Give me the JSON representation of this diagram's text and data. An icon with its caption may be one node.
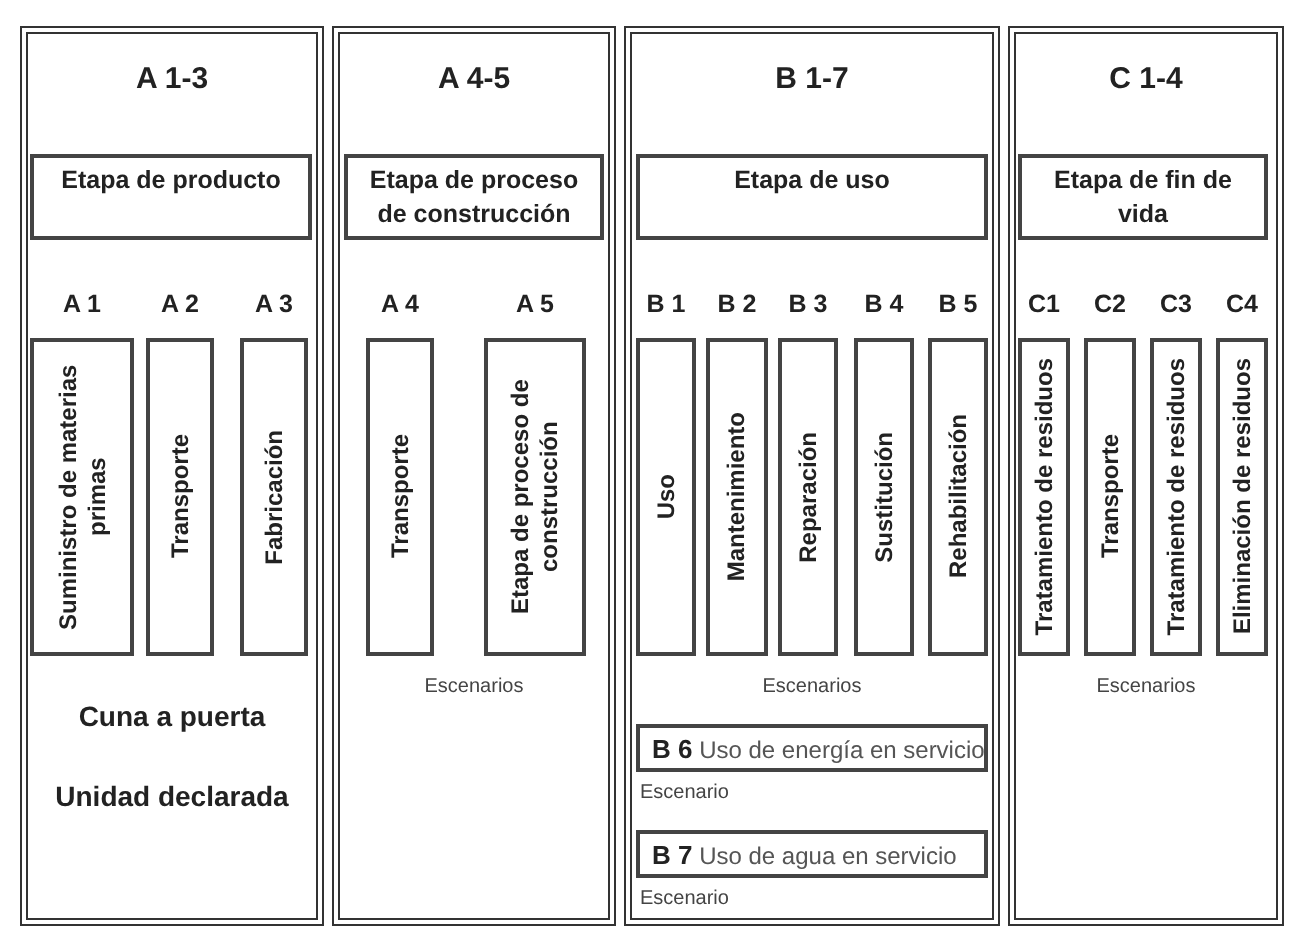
{
  "diagram": {
    "nodes": [
      {
        "text": [
          "A 1-3"
        ]
      },
      {
        "text": [
          "Etapa de producto"
        ],
        "in": 0
      },
      {
        "text": [
          "A 1",
          "Suministro de materias primas"
        ],
        "in": 0
      },
      {
        "text": [
          "A 2",
          "Transporte"
        ],
        "in": 0
      },
      {
        "text": [
          "A 3",
          "Fabricación"
        ],
        "in": 0
      },
      {
        "text": [
          "A 4-5"
        ]
      },
      {
        "text": [
          "Etapa de proceso de construcción"
        ],
        "in": 5
      },
      {
        "text": [
          "A 4",
          "Transporte"
        ],
        "in": 5
      },
      {
        "text": [
          "A 5",
          "Etapa de proceso de construcción"
        ],
        "in": 5
      },
      {
        "text": [
          "B 1-7"
        ]
      },
      {
        "text": [
          "Etapa de uso"
        ],
        "in": 9
      },
      {
        "text": [
          "B 1",
          "Uso"
        ],
        "in": 9
      },
      {
        "text": [
          "B 2",
          "Mantenimiento"
        ],
        "in": 9
      },
      {
        "text": [
          "B 3",
          "Reparación"
        ],
        "in": 9
      },
      {
        "text": [
          "B 4",
          "Sustitución"
        ],
        "in": 9
      },
      {
        "text": [
          "B 5",
          "Rehabilitación"
        ],
        "in": 9
      },
      {
        "text": [
          "**B 6** Uso de energía en servicio"
        ],
        "in": 9,
        "beside": [
          "Escenario"
        ]
      },
      {
        "text": [
          "**B 7** Uso de agua en servicio"
        ],
        "in": 9,
        "beside": [
          "Escenario"
        ]
      },
      {
        "text": [
          "C 1-4"
        ]
      },
      {
        "text": [
          "Etapa de fin de vida"
        ],
        "in": 18
      },
      {
        "text": [
          "C1",
          "Tratamiento de residuos"
        ],
        "in": 18
      },
      {
        "text": [
          "C2",
          "Transporte"
        ],
        "in": 18
      },
      {
        "text": [
          "C3",
          "Tratamiento de residuos"
        ],
        "in": 18
      },
      {
        "text": [
          "C4",
          "Eliminación de residuos"
        ],
        "in": 18
      }
    ],
    "labels": [
      "Cuna a puerta",
      "Unidad declarada",
      "Escenarios",
      "Escenarios",
      "Escenarios"
    ]
  }
}
